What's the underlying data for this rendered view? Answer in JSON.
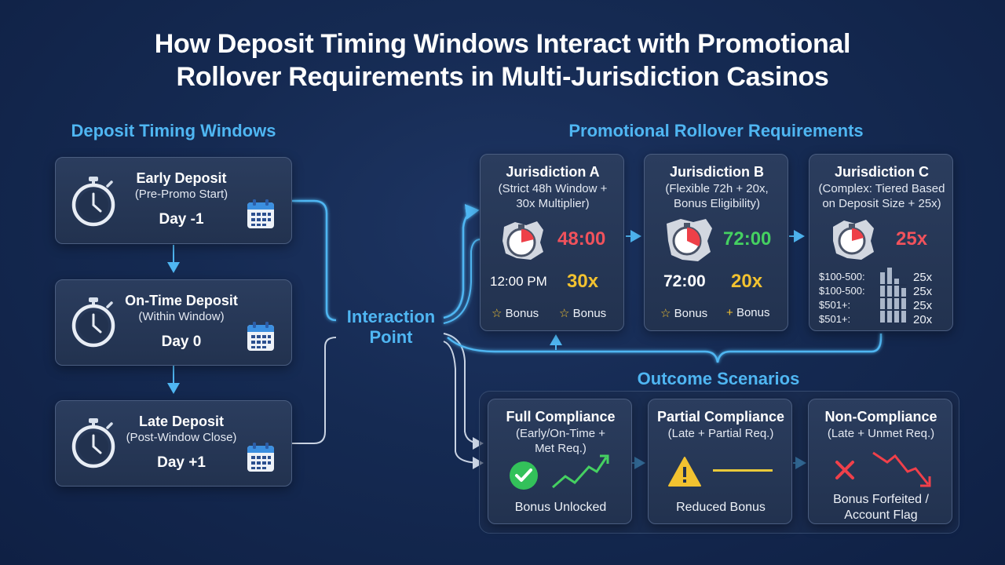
{
  "title_line1": "How Deposit Timing Windows Interact with Promotional",
  "title_line2": "Rollover Requirements in Multi-Jurisdiction Casinos",
  "deposit_section": {
    "title": "Deposit Timing Windows",
    "cards": [
      {
        "title": "Early Deposit",
        "subtitle": "(Pre-Promo Start)",
        "day": "Day -1"
      },
      {
        "title": "On-Time Deposit",
        "subtitle": "(Within Window)",
        "day": "Day 0"
      },
      {
        "title": "Late Deposit",
        "subtitle": "(Post-Window Close)",
        "day": "Day +1"
      }
    ]
  },
  "interaction": {
    "line1": "Interaction",
    "line2": "Point"
  },
  "rollover_section": {
    "title": "Promotional Rollover Requirements",
    "jurisdictions": [
      {
        "title": "Jurisdiction A",
        "sub1": "(Strict 48h Window +",
        "sub2": "30x Multiplier)",
        "timer": "48:00",
        "time": "12:00 PM",
        "mult": "30x",
        "bonus1": "Bonus",
        "bonus2": "Bonus"
      },
      {
        "title": "Jurisdiction B",
        "sub1": "(Flexible 72h + 20x,",
        "sub2": "Bonus Eligibility)",
        "timer": "72:00",
        "time": "72:00",
        "mult": "20x",
        "bonus1": "Bonus",
        "bonus2": "Bonus"
      },
      {
        "title": "Jurisdiction C",
        "sub1": "(Complex: Tiered Based",
        "sub2": "on Deposit Size + 25x)",
        "mult": "25x",
        "tiers": [
          {
            "range": "$100-500:",
            "value": "25x"
          },
          {
            "range": "$100-500:",
            "value": "25x"
          },
          {
            "range": "$501+:",
            "value": "25x"
          },
          {
            "range": "$501+:",
            "value": "20x"
          }
        ]
      }
    ]
  },
  "outcome_section": {
    "title": "Outcome Scenarios",
    "cards": [
      {
        "title": "Full Compliance",
        "sub1": "(Early/On-Time +",
        "sub2": "Met Req.)",
        "label1": "Bonus Unlocked",
        "label2": ""
      },
      {
        "title": "Partial Compliance",
        "sub1": "(Late + Partial Req.)",
        "sub2": "",
        "label1": "Reduced Bonus",
        "label2": ""
      },
      {
        "title": "Non-Compliance",
        "sub1": "(Late + Unmet Req.)",
        "sub2": "",
        "label1": "Bonus Forfeited /",
        "label2": "Account Flag"
      }
    ]
  },
  "colors": {
    "accent": "#4fb6f2",
    "red": "#f0525c",
    "green": "#45d061",
    "gold": "#f2c230"
  }
}
